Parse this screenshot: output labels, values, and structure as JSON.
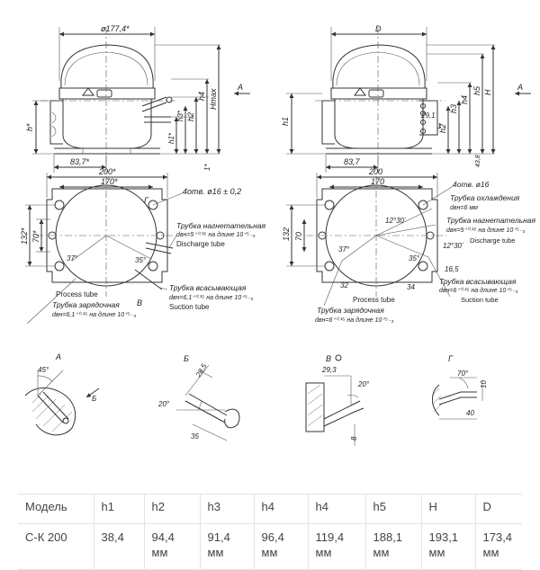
{
  "views": {
    "front_left": {
      "d_top": "ø177,4*",
      "w_bottom": "83,7*",
      "h_star": "h*",
      "h2": "h2",
      "h4": "h4",
      "hmax": "Hmax",
      "h1_star": "h1*",
      "h3_star": "h3*",
      "one_star": "1*",
      "view_a": "A"
    },
    "front_right": {
      "d_top": "D",
      "w_bottom": "83,7",
      "h1": "h1",
      "h2": "h2",
      "h3": "h3",
      "h4": "h4",
      "h5": "h5",
      "H": "H",
      "d291": "29,1",
      "d1": "1",
      "d438": "43,8",
      "view_a": "A"
    },
    "top_left": {
      "w200": "200*",
      "w170": "170*",
      "h132": "132*",
      "h70": "70*",
      "holes": "4отв. ø16 ± 0,2",
      "a37": "37°",
      "a35": "35°",
      "discharge_ru": "Трубка нагнетательная",
      "discharge_en": "Discharge tube",
      "suction_ru": "Трубка всасывающая",
      "suction_spec": "dвн=6,1⁺⁰·¹⁵ на длине 10⁺⁵₋₃",
      "suction_en": "Suction tube",
      "process_en": "Process tube",
      "charge_ru": "Трубка зарядочная",
      "charge_spec": "dвн=6,1⁺⁰·¹⁵ на длине 10⁺⁵₋₃",
      "disch_spec": "dвн=5⁺⁰·¹⁵ на длине 10⁺⁵₋₃",
      "view_g": "Г",
      "view_b": "В"
    },
    "top_right": {
      "w200": "200",
      "w170": "170",
      "h132": "132",
      "h70": "70",
      "holes": "4отв. ø16",
      "cool_ru": "Трубка охлаждения",
      "cool_spec": "dвн=6 мм",
      "discharge_ru": "Трубка нагнетательная",
      "disch_spec": "dвн=5⁺⁰·¹⁵ на длине 10⁺⁵₋₃",
      "discharge_en": "Discharge tube",
      "a1230a": "12°30´",
      "a1230b": "12°30´",
      "a37": "37°",
      "a35": "35°",
      "d165": "16,5",
      "d32": "32",
      "d34": "34",
      "suction_ru": "Трубка всасывающая",
      "suction_spec": "dвн=6⁺⁰·¹⁵ на длине 10⁺⁵₋₃",
      "suction_en": "Suction tube",
      "process_en": "Process tube",
      "charge_ru": "Трубка зарядочная",
      "charge_spec": "dвн=6⁺⁰·¹⁵ на длине 10⁺⁵₋₃"
    },
    "details": {
      "a": {
        "label": "А",
        "angle": "45°",
        "arrow": "Б"
      },
      "b": {
        "label": "Б",
        "dim": "28,5",
        "angle": "20°",
        "dim2": "35"
      },
      "v": {
        "label": "В",
        "dim": "29,3",
        "angle": "20°",
        "dim2": "8"
      },
      "g": {
        "label": "Г",
        "angle": "70°",
        "dim": "10",
        "dim2": "40"
      }
    }
  },
  "table": {
    "headers": [
      "Модель",
      "h1",
      "h2",
      "h3",
      "h4",
      "h4",
      "h5",
      "H",
      "D"
    ],
    "row": [
      "С-К 200",
      "38,4",
      "94,4 мм",
      "91,4 мм",
      "96,4 мм",
      "119,4 мм",
      "188,1 мм",
      "193,1 мм",
      "173,4 мм"
    ]
  }
}
